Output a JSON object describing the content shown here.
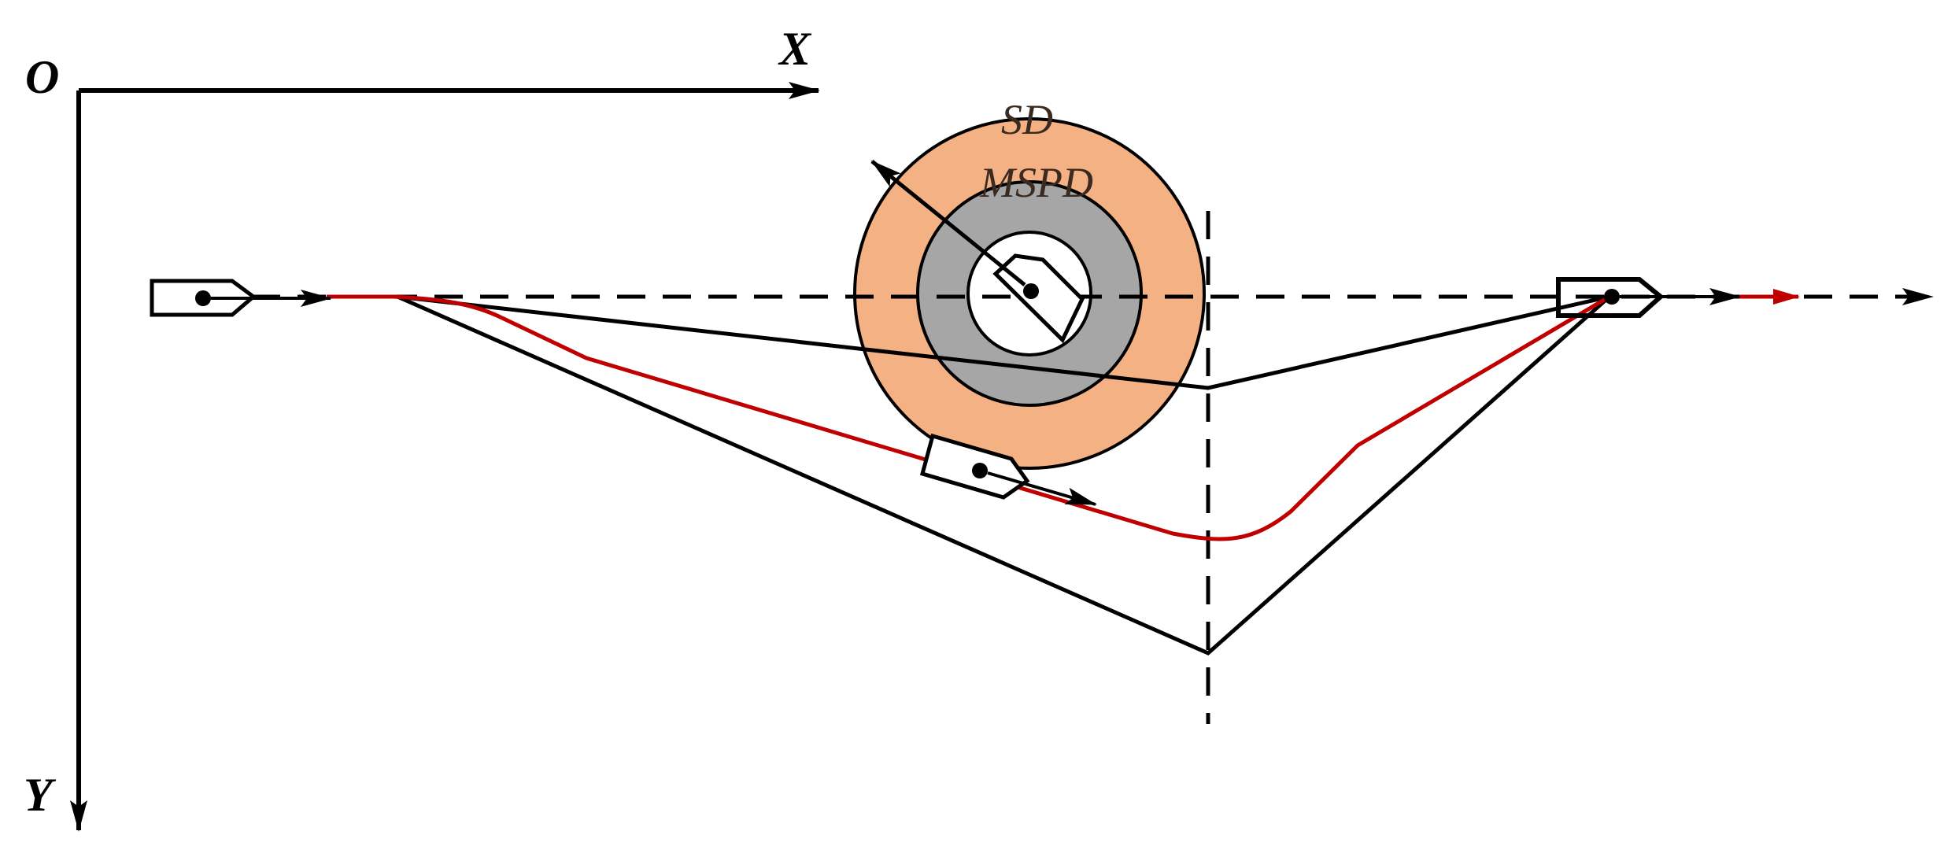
{
  "labels": {
    "origin": "O",
    "x_axis": "X",
    "y_axis": "Y",
    "sd": "SD",
    "mspd": "MSPD"
  },
  "colors": {
    "ink": "#000000",
    "sd_zone": "#f4b183",
    "mspd_zone": "#a6a6a6",
    "inner_zone": "#ffffff",
    "planned_path": "#c00000",
    "background": "#ffffff"
  }
}
